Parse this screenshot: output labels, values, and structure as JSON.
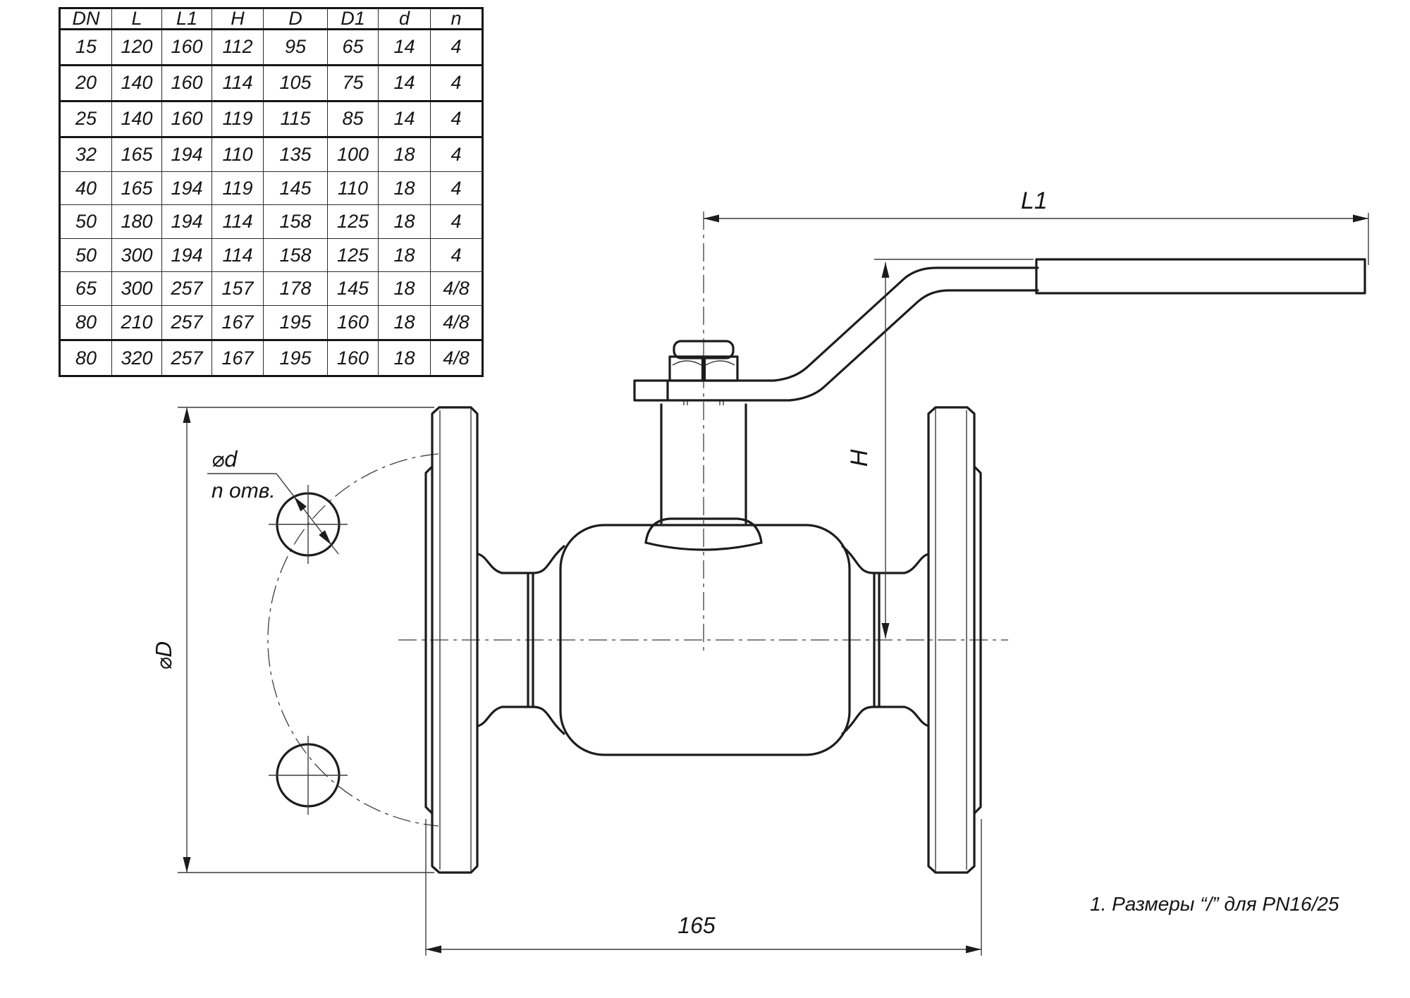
{
  "table": {
    "headers": [
      "DN",
      "L",
      "L1",
      "H",
      "D",
      "D1",
      "d",
      "n"
    ],
    "rows": [
      [
        "15",
        "120",
        "160",
        "112",
        "95",
        "65",
        "14",
        "4"
      ],
      [
        "20",
        "140",
        "160",
        "114",
        "105",
        "75",
        "14",
        "4"
      ],
      [
        "25",
        "140",
        "160",
        "119",
        "115",
        "85",
        "14",
        "4"
      ],
      [
        "32",
        "165",
        "194",
        "110",
        "135",
        "100",
        "18",
        "4"
      ],
      [
        "40",
        "165",
        "194",
        "119",
        "145",
        "110",
        "18",
        "4"
      ],
      [
        "50",
        "180",
        "194",
        "114",
        "158",
        "125",
        "18",
        "4"
      ],
      [
        "50",
        "300",
        "194",
        "114",
        "158",
        "125",
        "18",
        "4"
      ],
      [
        "65",
        "300",
        "257",
        "157",
        "178",
        "145",
        "18",
        "4/8"
      ],
      [
        "80",
        "210",
        "257",
        "167",
        "195",
        "160",
        "18",
        "4/8"
      ],
      [
        "80",
        "320",
        "257",
        "167",
        "195",
        "160",
        "18",
        "4/8"
      ]
    ],
    "thick_after_rows": [
      0,
      1,
      2,
      8
    ]
  },
  "dimensions": {
    "l1_label": "L1",
    "h_label": "H",
    "dia_D_label": "⌀D",
    "dia_d_label": "⌀d",
    "holes_label": "n отв.",
    "face_to_face_value": "165"
  },
  "note": "1. Размеры “/” для PN16/25",
  "colors": {
    "ink": "#1c1c1c",
    "paper": "#ffffff"
  }
}
